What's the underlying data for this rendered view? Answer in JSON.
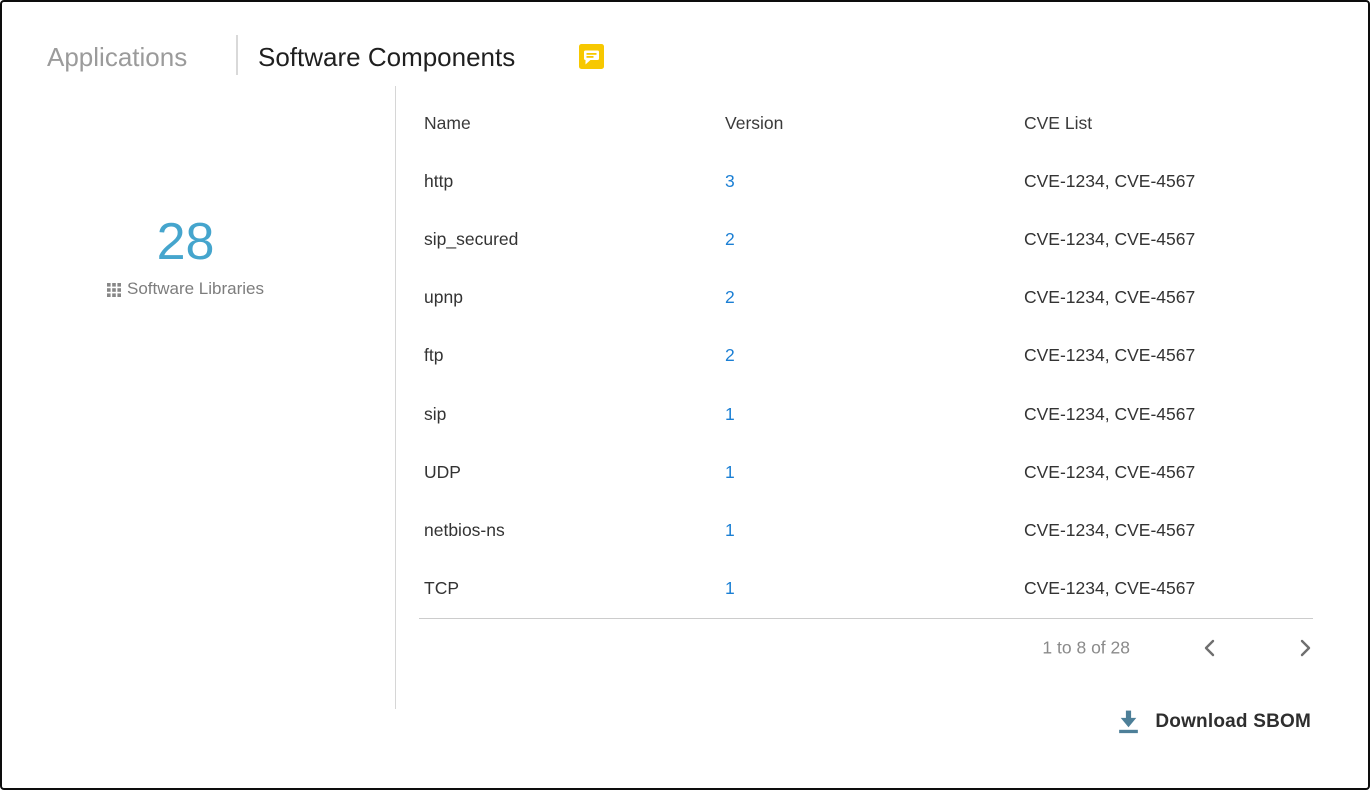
{
  "header": {
    "tab_applications": "Applications",
    "title": "Software Components"
  },
  "summary": {
    "count": "28",
    "label": "Software Libraries"
  },
  "table": {
    "columns": [
      "Name",
      "Version",
      "CVE List"
    ],
    "rows": [
      {
        "name": "http",
        "version": "3",
        "cve_list": "CVE-1234, CVE-4567"
      },
      {
        "name": "sip_secured",
        "version": "2",
        "cve_list": "CVE-1234, CVE-4567"
      },
      {
        "name": "upnp",
        "version": "2",
        "cve_list": "CVE-1234, CVE-4567"
      },
      {
        "name": "ftp",
        "version": "2",
        "cve_list": "CVE-1234, CVE-4567"
      },
      {
        "name": "sip",
        "version": "1",
        "cve_list": "CVE-1234, CVE-4567"
      },
      {
        "name": "UDP",
        "version": "1",
        "cve_list": "CVE-1234, CVE-4567"
      },
      {
        "name": "netbios-ns",
        "version": "1",
        "cve_list": "CVE-1234, CVE-4567"
      },
      {
        "name": "TCP",
        "version": "1",
        "cve_list": "CVE-1234, CVE-4567"
      }
    ]
  },
  "pagination": {
    "range_label": "1 to 8 of 28"
  },
  "footer": {
    "download_label": "Download SBOM"
  },
  "colors": {
    "count_blue": "#45a5cd",
    "link_blue": "#1b7fd4",
    "comment_yellow": "#f7c800",
    "download_teal": "#4d7f98"
  }
}
